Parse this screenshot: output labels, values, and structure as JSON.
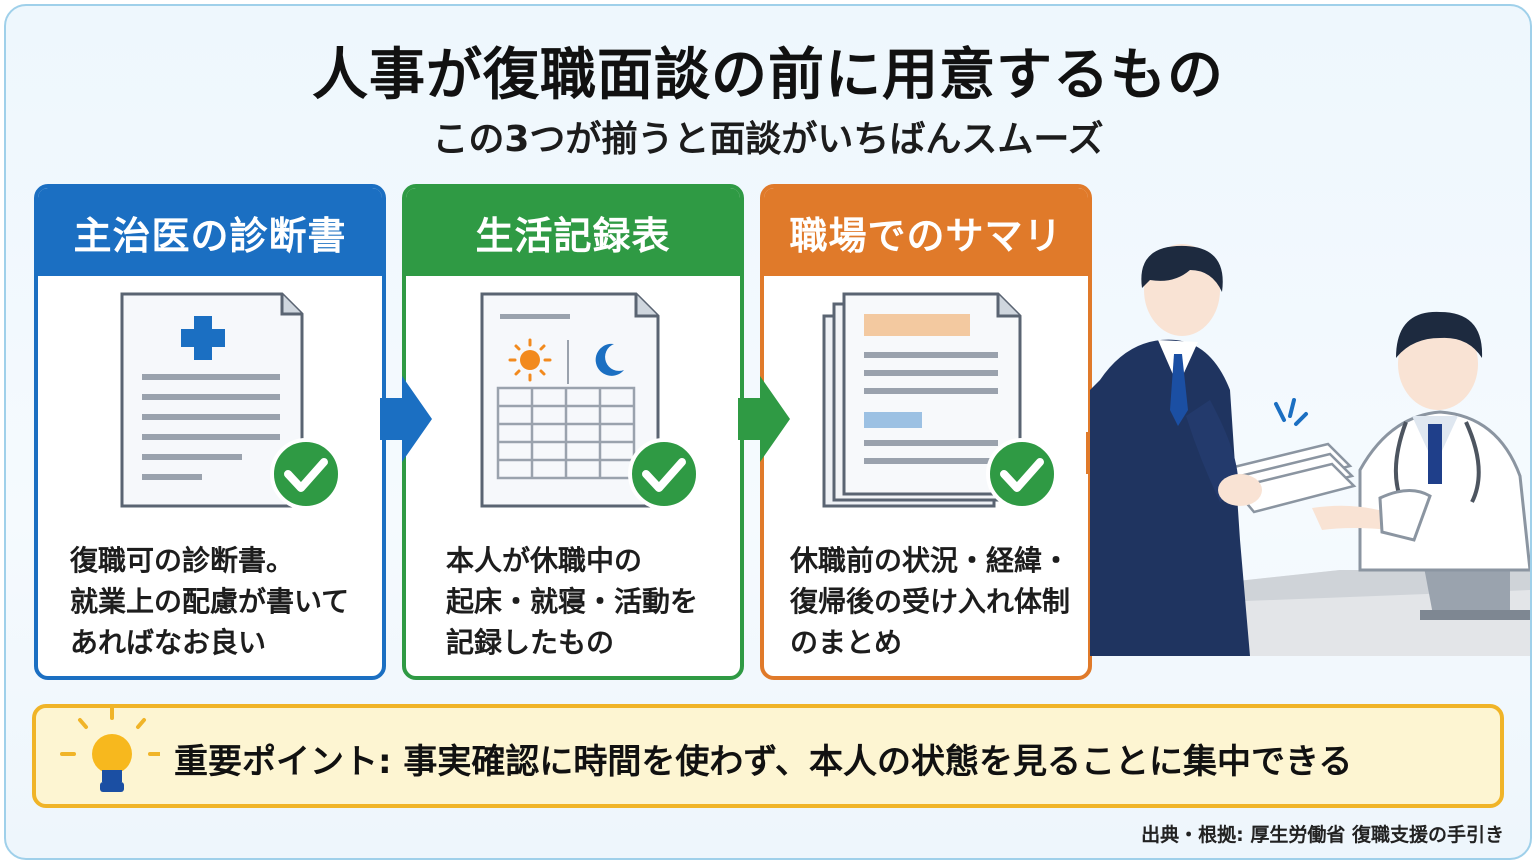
{
  "title": "人事が復職面談の前に用意するもの",
  "subtitle": "この3つが揃うと面談がいちばんスムーズ",
  "cards": [
    {
      "heading": "主治医の診断書",
      "body": "復職可の診断書。\n就業上の配慮が書いて\nあればなお良い",
      "color": "#1b6fc2",
      "icon": "medical-document-icon"
    },
    {
      "heading": "生活記録表",
      "body": "本人が休職中の\n起床・就寝・活動を\n記録したもの",
      "color": "#2f9a44",
      "icon": "daily-log-sheet-icon"
    },
    {
      "heading": "職場でのサマリ",
      "body": "休職前の状況・経緯・\n復帰後の受け入れ体制\nのまとめ",
      "color": "#e07a2a",
      "icon": "summary-document-stack-icon"
    }
  ],
  "scene_icon": "handing-documents-to-doctor-illustration",
  "point": {
    "icon": "lightbulb-icon",
    "text": "重要ポイント: 事実確認に時間を使わず、本人の状態を見ることに集中できる",
    "color": "#f0b428"
  },
  "source": "出典・根拠: 厚生労働省 復職支援の手引き"
}
